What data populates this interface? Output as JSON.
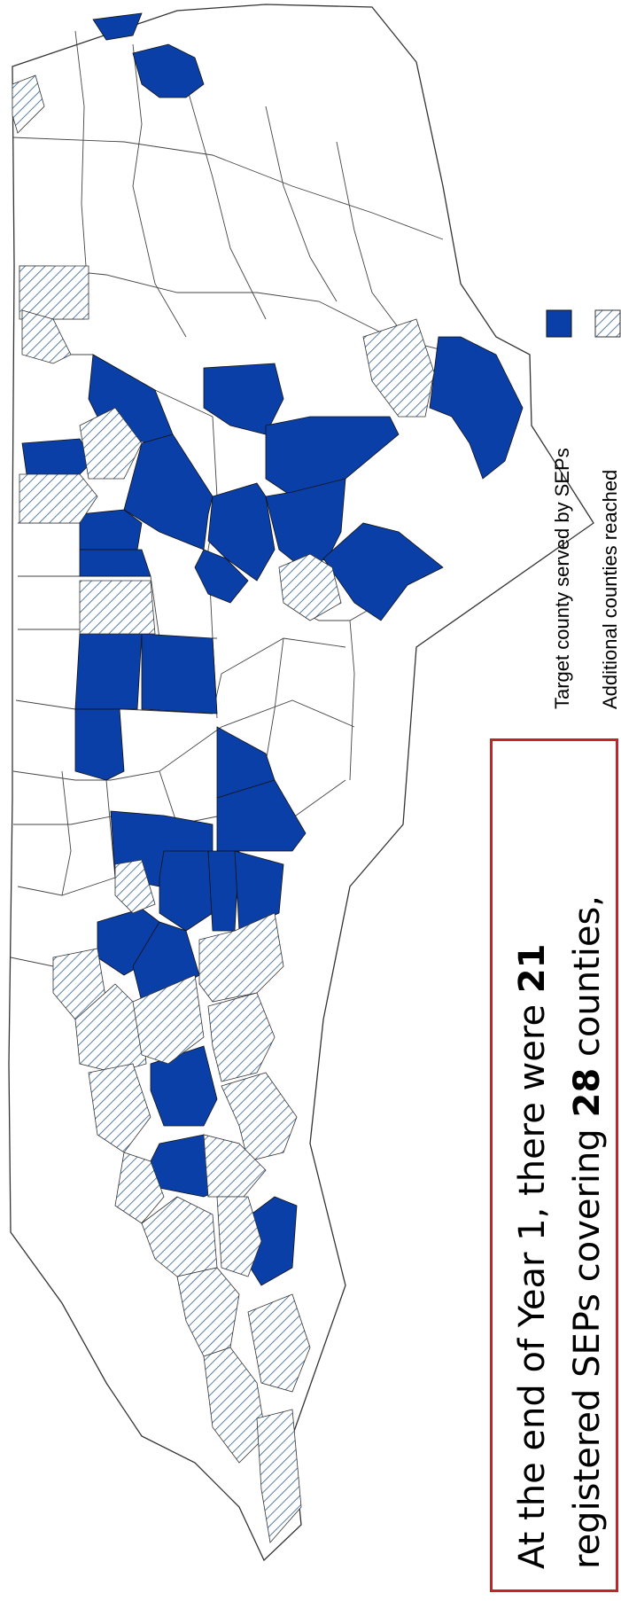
{
  "legend": {
    "items": [
      {
        "label": "Target county served by SEPs",
        "style": "solid",
        "color": "#0b3fa8"
      },
      {
        "label": "Additional counties reached",
        "style": "hatched",
        "color": "#2f5f8f"
      }
    ]
  },
  "callout": {
    "line1_prefix": "At the end of Year 1, there were ",
    "line1_bold": "21",
    "line2_prefix": "registered SEPs covering ",
    "line2_bold": "28",
    "line2_suffix": " counties,"
  },
  "colors": {
    "target": "#0b3fa8",
    "hatch": "#2f5f8f",
    "border": "#c0252b"
  }
}
